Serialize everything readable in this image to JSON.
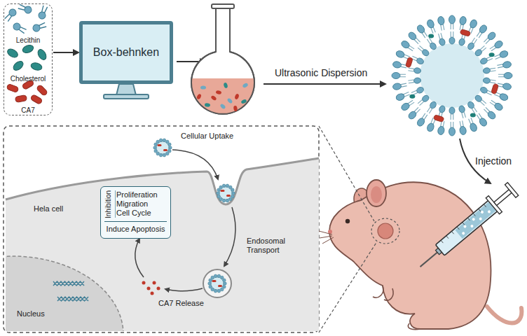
{
  "diagram": {
    "nodes": [
      {
        "text": [
          "Lecithin",
          "Cholesterol",
          "CA7"
        ]
      },
      {
        "text": [
          "Box-behnken"
        ]
      },
      {
        "text": [
          "Hela cell"
        ]
      },
      {
        "text": [
          "Nucleus"
        ],
        "in": 2
      },
      {
        "text": [
          "Inhibition",
          "Proliferation Migration Cell Cycle",
          "Induce Apoptosis"
        ],
        "in": 2
      }
    ],
    "edges": [
      {
        "from": 0,
        "to": 1,
        "arrow": "to"
      }
    ],
    "labels": [
      "Ultrasonic Dispersion",
      "Injection",
      "Cellular Uptake",
      "Endosomal Transport",
      "CA7 Release"
    ]
  }
}
